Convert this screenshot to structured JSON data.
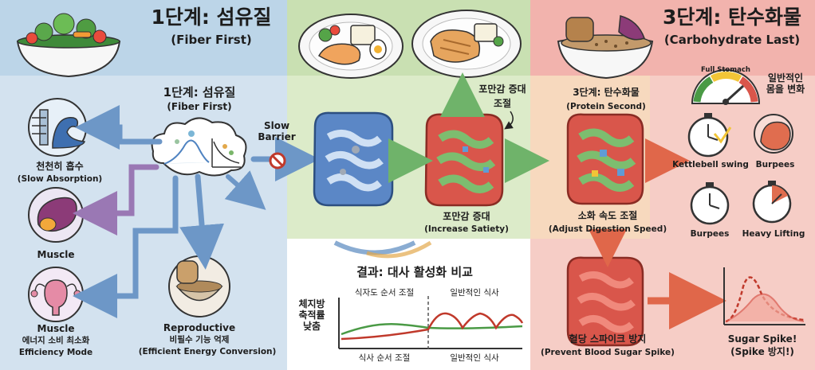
{
  "colors": {
    "left_bg": "#bcd5e8",
    "left_bg_lower": "#d3e2ef",
    "middle_bg": "#c9e0b2",
    "middle_bg_lower": "#dcebc9",
    "right_bg": "#f2b3ad",
    "right_bg_lower": "#f6cdc6",
    "bottom_panel": "#ffffff",
    "intestine_blue": "#5b87c6",
    "intestine_green": "#6fb36a",
    "intestine_red": "#d9564b",
    "arrow_blue": "#6d97c7",
    "arrow_purple": "#9a78b4",
    "curve_red": "#c0392b",
    "curve_green": "#4a9a45"
  },
  "left": {
    "header_title": "1단계: 섬유질",
    "header_sub": "(Fiber First)",
    "stage_title": "1단계: 섬유질",
    "stage_sub": "(Fiber First)",
    "slow_absorption_ko": "천천히 흡수",
    "slow_absorption_en": "(Slow Absorption)",
    "muscle_label": "Muscle",
    "muscle2_label": "Muscle",
    "energy_ko": "에너지 소비 최소화",
    "efficiency_en": "Efficiency Mode",
    "reproductive_en": "Reproductive",
    "reproductive_ko": "비필수 기능 억제",
    "energy_conversion_en": "(Efficient Energy Conversion)",
    "slow_barrier": "Slow\nBarrier"
  },
  "middle": {
    "satiety_top_ko": "포만감 증대",
    "satiety_top_ko2": "조절",
    "satiety_ko": "포만감 증대",
    "satiety_en": "(Increase Satiety)",
    "compare_title": "결과: 대사 활성화 비교",
    "y_label": "체지방\n축적률\n낮춤",
    "ordered_top": "식자도 순서 조절",
    "normal_top": "일반적인 식사",
    "ordered_bottom": "식사 순서 조절",
    "normal_bottom": "일반적인 식사"
  },
  "right": {
    "header_title": "3단계: 탄수화물",
    "header_sub": "(Carbohydrate Last)",
    "stage_title": "3단계: 탄수화물",
    "stage_sub": "(Protein Second)",
    "gauge_label": "Full Stomach",
    "body_change": "일반적인\n몸을 변화",
    "kettlebell": "Kettlebell swing",
    "burpees1": "Burpees",
    "burpees2": "Burpees",
    "heavy_lifting": "Heavy Lifting",
    "digestion_ko": "소화 속도 조절",
    "digestion_en": "(Adjust Digestion Speed)",
    "spike_ko": "혈당 스파이크 방지",
    "spike_en": "(Prevent Blood Sugar Spike)",
    "sugar_spike_en": "Sugar Spike!",
    "sugar_spike_ko": "(Spike 방지!)"
  }
}
